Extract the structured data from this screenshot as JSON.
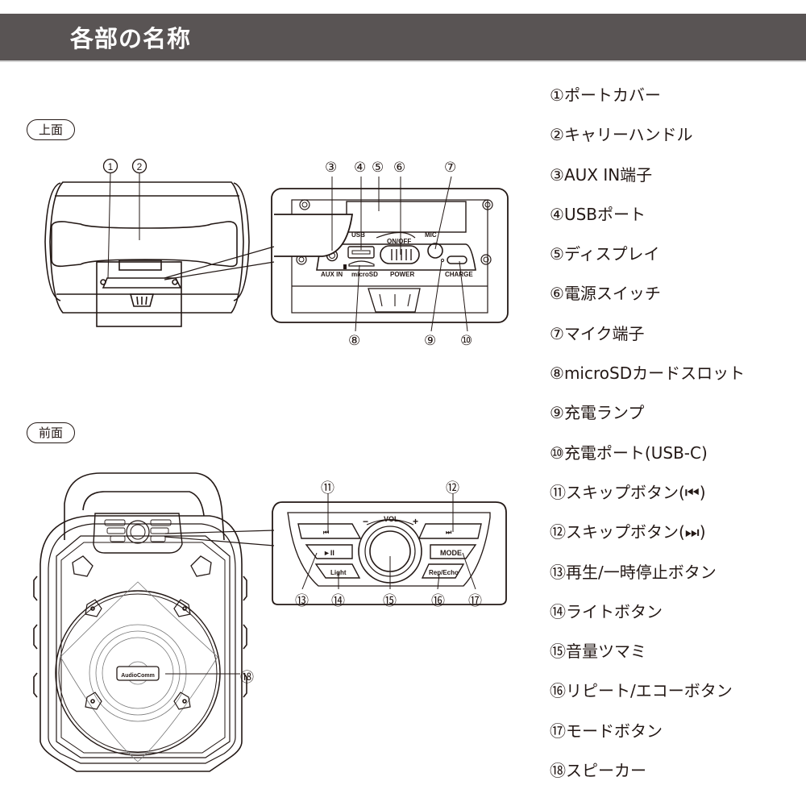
{
  "header": {
    "title": "各部の名称"
  },
  "views": {
    "top": {
      "label": "上面"
    },
    "front": {
      "label": "前面"
    }
  },
  "top_panel": {
    "labels": {
      "usb": "USB",
      "mic": "MIC",
      "on_off": "ON/OFF",
      "aux_in": "AUX IN",
      "microsd": "microSD",
      "power": "POWER",
      "charge": "CHARGE"
    },
    "callouts": [
      "①",
      "②",
      "③",
      "④",
      "⑤",
      "⑥",
      "⑦",
      "⑧",
      "⑨",
      "⑩"
    ]
  },
  "front_panel": {
    "labels": {
      "vol": "VOL",
      "vol_minus": "−",
      "vol_plus": "+",
      "prev": "⏮",
      "next": "⏭",
      "play_pause": "►II",
      "mode": "MODE",
      "light": "Light",
      "rep_echo": "Rep/Echo",
      "brand": "AudioComm"
    },
    "callouts": [
      "⑪",
      "⑫",
      "⑬",
      "⑭",
      "⑮",
      "⑯",
      "⑰",
      "⑱"
    ]
  },
  "parts": [
    {
      "num": "①",
      "name": "ポートカバー"
    },
    {
      "num": "②",
      "name": "キャリーハンドル"
    },
    {
      "num": "③",
      "name": "AUX IN端子"
    },
    {
      "num": "④",
      "name": "USBポート"
    },
    {
      "num": "⑤",
      "name": "ディスプレイ"
    },
    {
      "num": "⑥",
      "name": "電源スイッチ"
    },
    {
      "num": "⑦",
      "name": "マイク端子"
    },
    {
      "num": "⑧",
      "name": "microSDカードスロット"
    },
    {
      "num": "⑨",
      "name": "充電ランプ"
    },
    {
      "num": "⑩",
      "name": "充電ポート(USB-C)"
    },
    {
      "num": "⑪",
      "name": "スキップボタン(⏮)"
    },
    {
      "num": "⑫",
      "name": "スキップボタン(⏭)"
    },
    {
      "num": "⑬",
      "name": "再生/一時停止ボタン"
    },
    {
      "num": "⑭",
      "name": "ライトボタン"
    },
    {
      "num": "⑮",
      "name": "音量ツマミ"
    },
    {
      "num": "⑯",
      "name": "リピート/エコーボタン"
    },
    {
      "num": "⑰",
      "name": "モードボタン"
    },
    {
      "num": "⑱",
      "name": "スピーカー"
    }
  ]
}
